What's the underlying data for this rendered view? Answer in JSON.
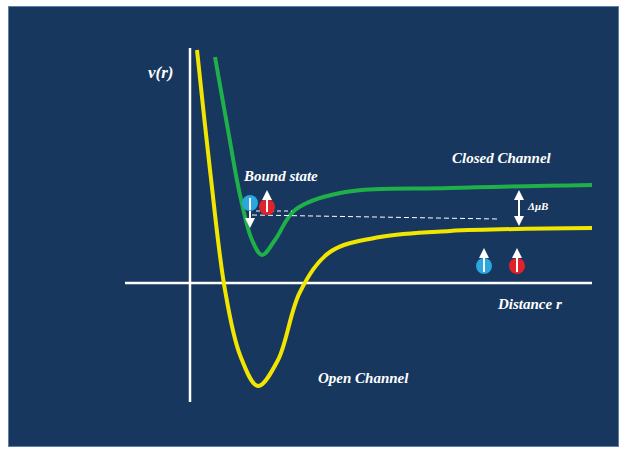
{
  "diagram": {
    "labels": [
      "v(r)",
      "Bound state",
      "Closed Channel",
      "ΔμB",
      "Distance r",
      "Open Channel"
    ]
  }
}
